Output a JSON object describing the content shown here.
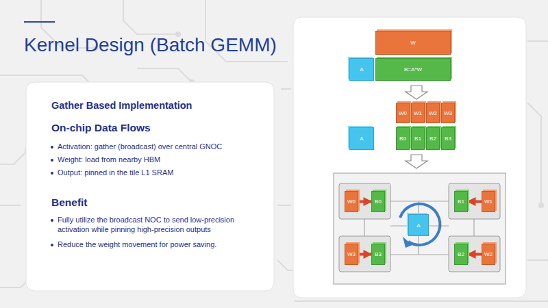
{
  "diagram": {
    "title": "Kernel Design (Batch GEMM)",
    "nodes": [
      {
        "text": [
          "Gather Based Implementation",
          "On-chip Data Flows",
          "Activation: gather (broadcast) over central GNOC",
          "Weight: load from nearby HBM",
          "Output: pinned in the tile L1 SRAM",
          "Benefit",
          "Fully utilize the broadcast NOC to send low-precision activation while pinning high-precision outputs",
          "Reduce the weight movement for power saving."
        ]
      },
      {
        "text": [
          "W"
        ]
      },
      {
        "text": [
          "A"
        ]
      },
      {
        "text": [
          "B=A*W"
        ]
      },
      {
        "text": [
          "W0"
        ]
      },
      {
        "text": [
          "W1"
        ]
      },
      {
        "text": [
          "W2"
        ]
      },
      {
        "text": [
          "W3"
        ]
      },
      {
        "text": [
          "A"
        ]
      },
      {
        "text": [
          "B0"
        ]
      },
      {
        "text": [
          "B1"
        ]
      },
      {
        "text": [
          "B2"
        ]
      },
      {
        "text": [
          "B3"
        ]
      },
      {
        "text": [
          "W0"
        ]
      },
      {
        "text": [
          "B0"
        ]
      },
      {
        "text": [
          "B1"
        ]
      },
      {
        "text": [
          "W1"
        ]
      },
      {
        "text": [
          "A"
        ]
      },
      {
        "text": [
          "W3"
        ]
      },
      {
        "text": [
          "B3"
        ]
      },
      {
        "text": [
          "B2"
        ]
      },
      {
        "text": [
          "W2"
        ]
      }
    ],
    "edges": [
      {
        "from": 13,
        "to": 14,
        "arrow": "to"
      },
      {
        "from": 16,
        "to": 15,
        "arrow": "to"
      },
      {
        "from": 18,
        "to": 19,
        "arrow": "to"
      },
      {
        "from": 21,
        "to": 20,
        "arrow": "to"
      }
    ]
  }
}
